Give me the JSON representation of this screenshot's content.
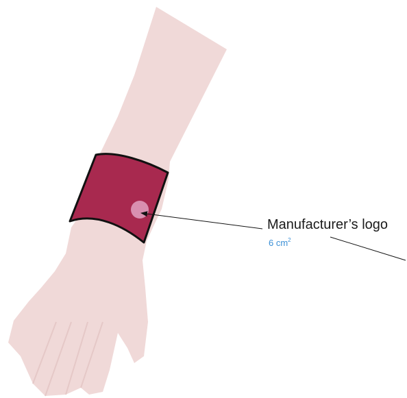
{
  "annotation": {
    "label": "Manufacturer’s logo",
    "area_value": "6 cm",
    "area_exponent": "2",
    "label_color": "#1a1a1a",
    "area_color": "#3a8fd6"
  },
  "colors": {
    "skin": "#f0d9d8",
    "band": "#a8294f",
    "band_outline": "#111111",
    "logo_patch": "#d98fb0",
    "leader_line": "#111111"
  },
  "icons": {
    "arrowhead": "arrowhead-icon"
  }
}
